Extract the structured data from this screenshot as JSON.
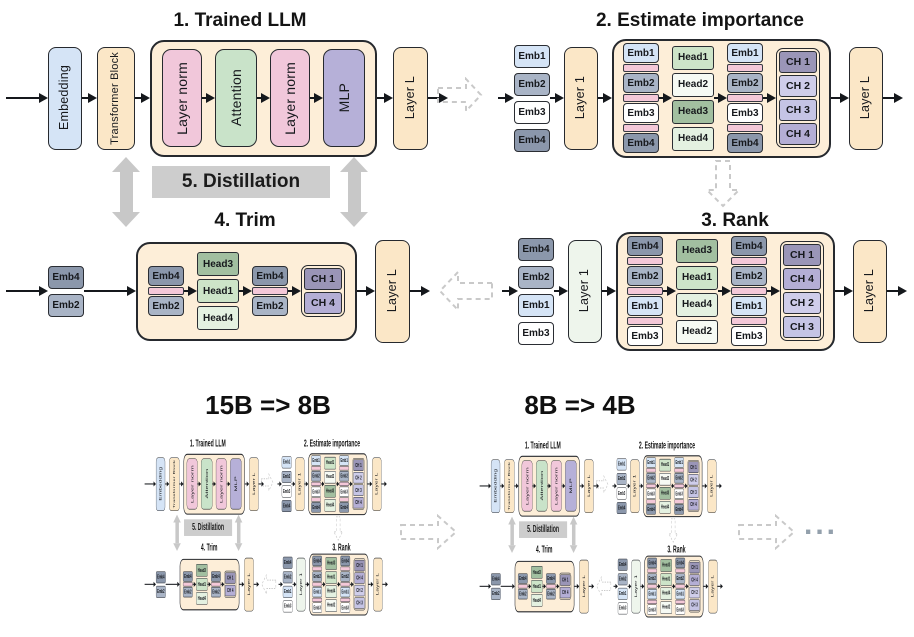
{
  "figure": {
    "panel1": {
      "title": "1. Trained LLM",
      "embedding": "Embedding",
      "transformer_block": "Transformer Block",
      "layer_norm_1": "Layer norm",
      "attention": "Attention",
      "layer_norm_2": "Layer norm",
      "mlp": "MLP",
      "layer_l": "Layer L"
    },
    "panel2": {
      "title": "2. Estimate importance",
      "layer_1": "Layer 1",
      "layer_l": "Layer L",
      "emb_stack": [
        "Emb1",
        "Emb2",
        "Emb3",
        "Emb4"
      ],
      "head_stack": [
        "Head1",
        "Head2",
        "Head3",
        "Head4"
      ],
      "ch_stack": [
        "CH 1",
        "CH 2",
        "CH 3",
        "CH 4"
      ]
    },
    "panel3": {
      "title": "3. Rank",
      "layer_1": "Layer 1",
      "layer_l": "Layer L",
      "emb_stack": [
        "Emb4",
        "Emb2",
        "Emb1",
        "Emb3"
      ],
      "head_stack": [
        "Head3",
        "Head1",
        "Head4",
        "Head2"
      ],
      "ch_stack": [
        "CH 1",
        "CH 4",
        "CH 2",
        "CH 3"
      ]
    },
    "panel4": {
      "title": "4. Trim",
      "layer_l": "Layer L",
      "emb_stack": [
        "Emb4",
        "Emb2"
      ],
      "head_stack": [
        "Head3",
        "Head1",
        "Head4"
      ],
      "ch_stack": [
        "CH 1",
        "CH 4"
      ]
    },
    "panel5": {
      "title": "5. Distillation"
    }
  },
  "bottom": {
    "stage1_label": "15B => 8B",
    "stage2_label": "8B => 4B",
    "ellipsis": "..."
  },
  "colors": {
    "embedding": "#d5e4f6",
    "peach_block": "#fbe7c7",
    "container": "#fdeed8",
    "layer_norm": "#f1c7da",
    "attention": "#c9e3c9",
    "mlp": "#b6b0d8",
    "layer_1_rank": "#eef5ec",
    "pink_divider": "#f4c8d8",
    "distill_gray": "#cdcdcd",
    "dashed_arrow": "#c9c9c9",
    "cells": {
      "emb1": "#d5e4f6",
      "emb2": "#a9b4c6",
      "emb3": "#ffffff",
      "emb4": "#8b97ab",
      "head1": "#cde4c8",
      "head2": "#f6faf4",
      "head3": "#a2bfa0",
      "head4": "#e4f1e1",
      "ch1": "#9a95b7",
      "ch2": "#cfcdea",
      "ch3": "#c5c4e5",
      "ch4": "#b4aed5"
    }
  }
}
